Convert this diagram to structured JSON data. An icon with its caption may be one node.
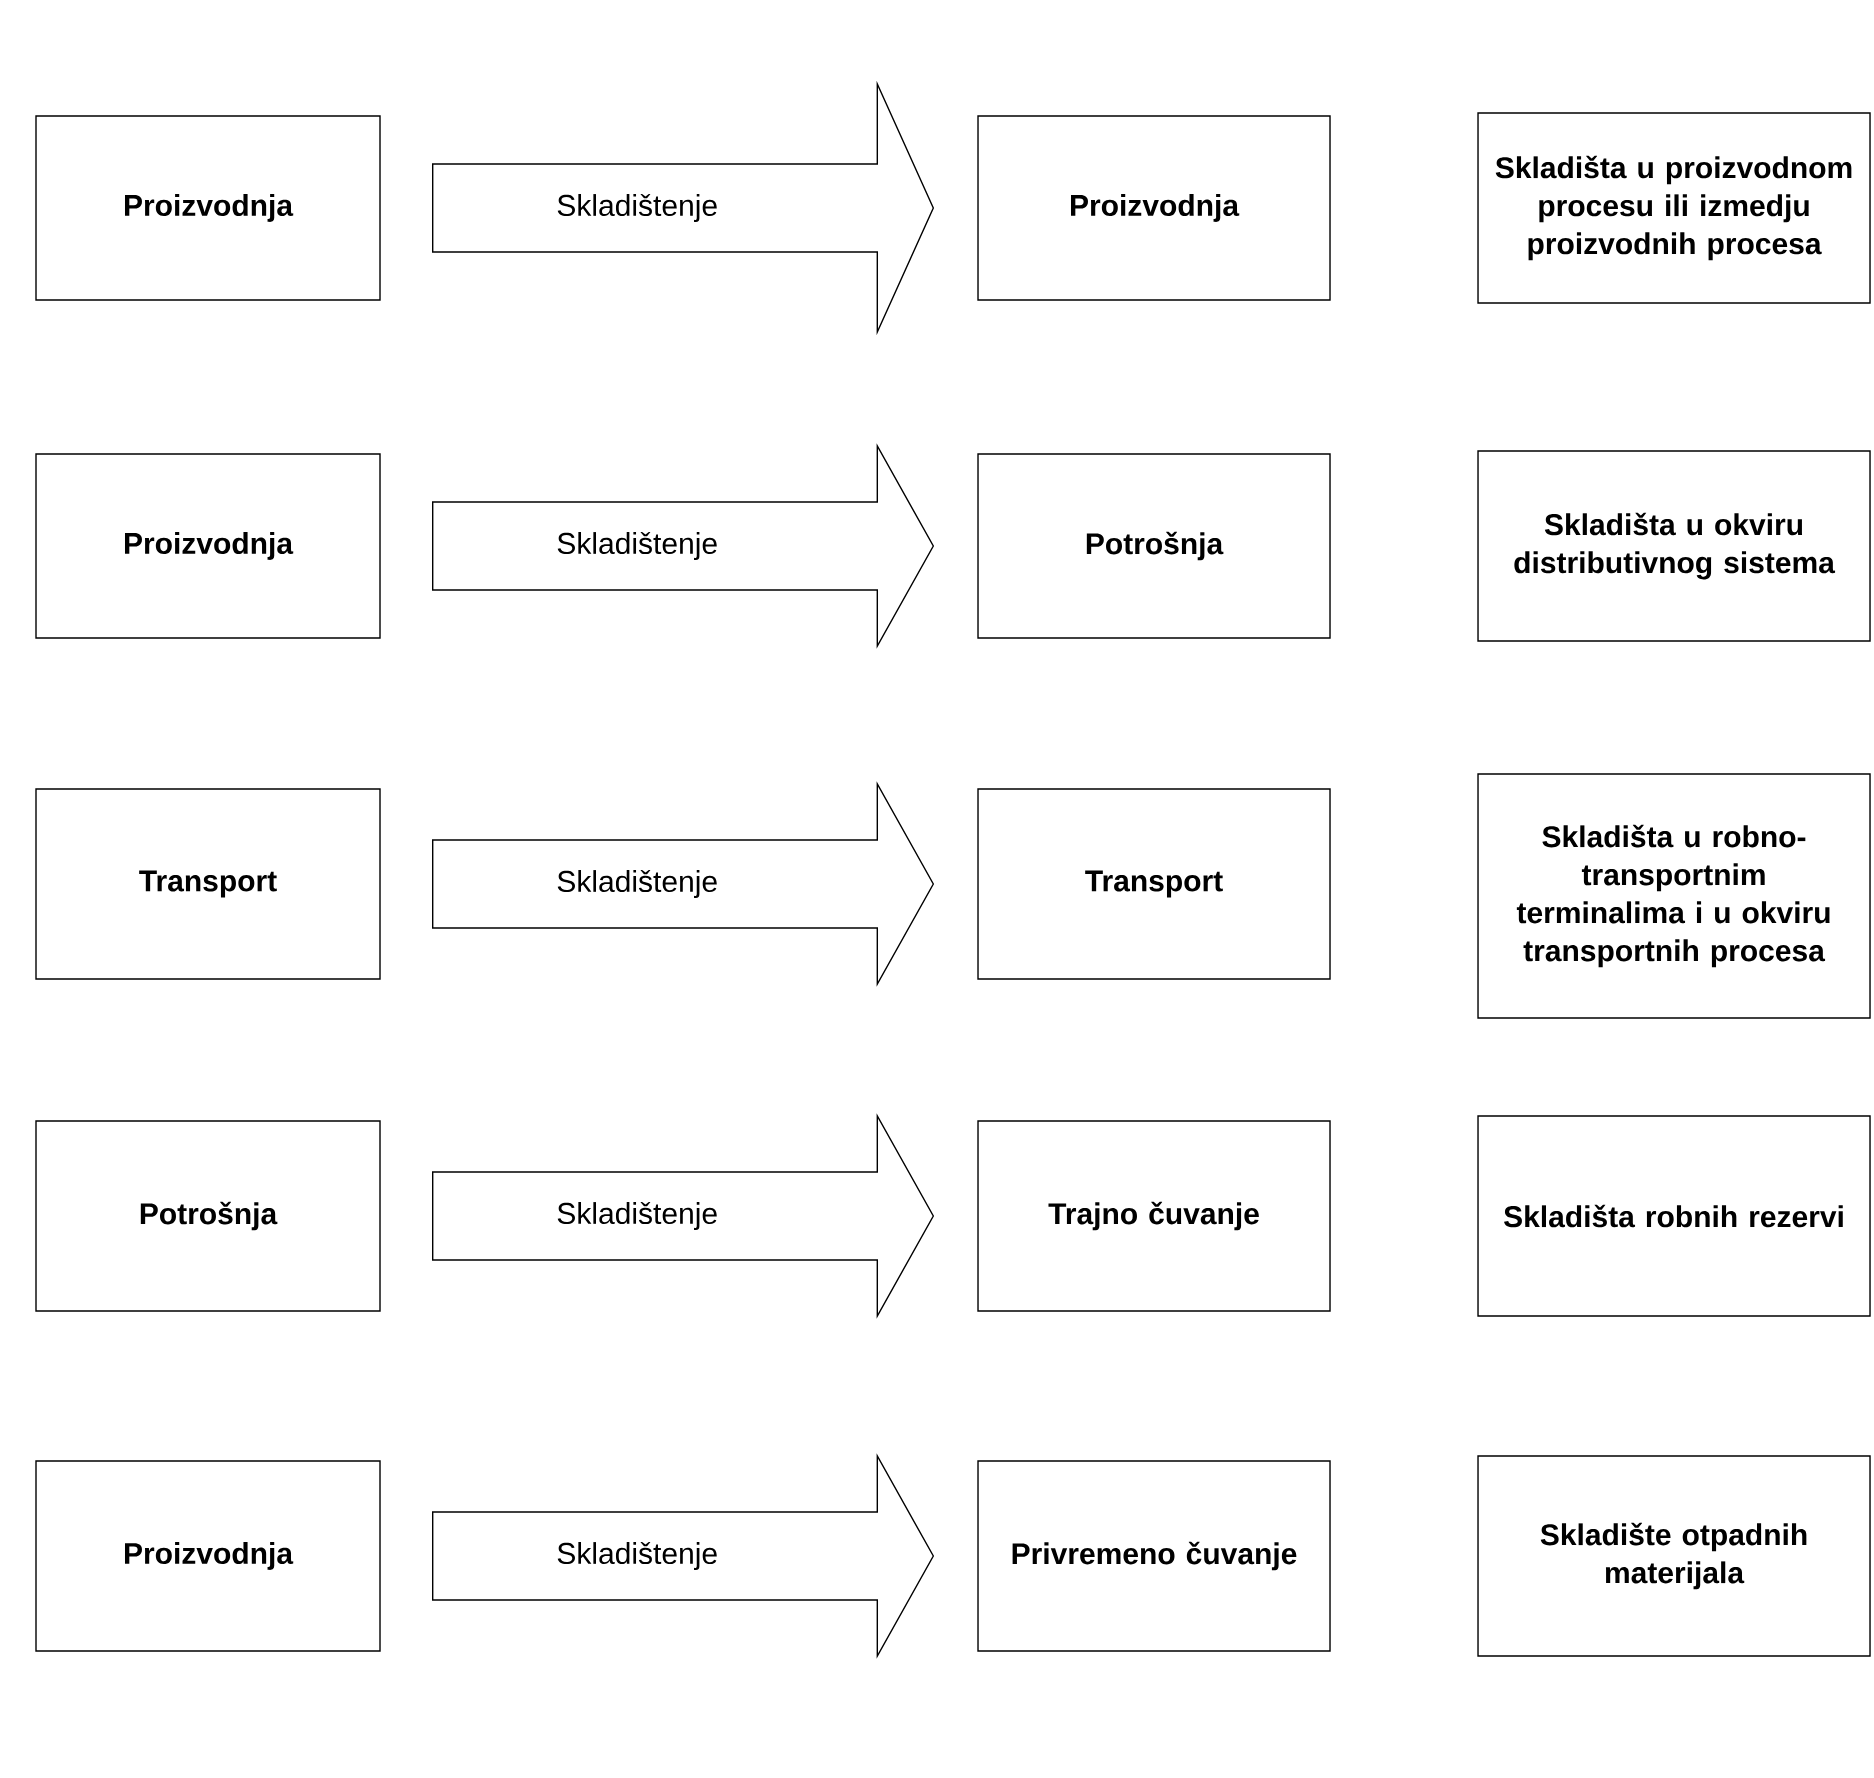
{
  "diagram": {
    "nodes": [
      {
        "text": [
          "Proizvodnja"
        ]
      },
      {
        "text": [
          "Proizvodnja"
        ]
      },
      {
        "text": [
          "Skladišta u proizvodnom procesu ili izmedju proizvodnih procesa"
        ]
      },
      {
        "text": [
          "Proizvodnja"
        ]
      },
      {
        "text": [
          "Potrošnja"
        ]
      },
      {
        "text": [
          "Skladišta u okviru distributivnog sistema"
        ]
      },
      {
        "text": [
          "Transport"
        ]
      },
      {
        "text": [
          "Transport"
        ]
      },
      {
        "text": [
          "Skladišta u robno-transportnim terminalima i u okviru transportnih procesa"
        ]
      },
      {
        "text": [
          "Potrošnja"
        ]
      },
      {
        "text": [
          "Trajno čuvanje"
        ]
      },
      {
        "text": [
          "Skladišta robnih rezervi"
        ]
      },
      {
        "text": [
          "Proizvodnja"
        ]
      },
      {
        "text": [
          "Privremeno čuvanje"
        ]
      },
      {
        "text": [
          "Skladište otpadnih materijala"
        ]
      }
    ],
    "edges": [
      {
        "from": 0,
        "to": 1,
        "arrow": "to",
        "label": "Skladištenje"
      },
      {
        "from": 3,
        "to": 4,
        "arrow": "to",
        "label": "Skladištenje"
      },
      {
        "from": 6,
        "to": 7,
        "arrow": "to",
        "label": "Skladištenje"
      },
      {
        "from": 9,
        "to": 10,
        "arrow": "to",
        "label": "Skladištenje"
      },
      {
        "from": 12,
        "to": 13,
        "arrow": "to",
        "label": "Skladištenje"
      }
    ]
  }
}
